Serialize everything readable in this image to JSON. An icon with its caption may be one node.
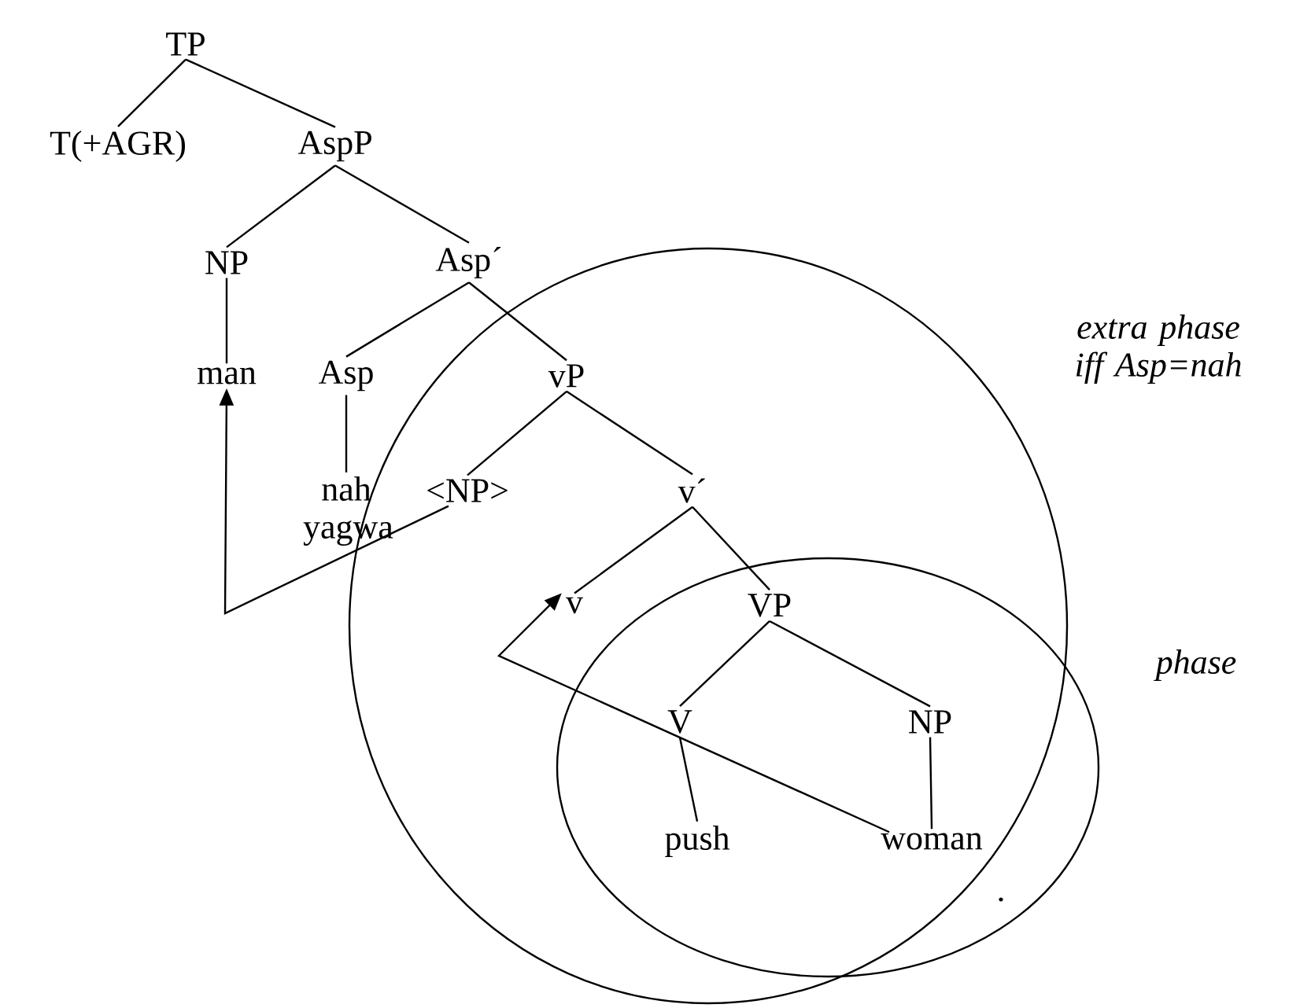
{
  "diagram": {
    "nodes": [
      {
        "text": [
          "TP"
        ]
      },
      {
        "text": [
          "T(+AGR)"
        ]
      },
      {
        "text": [
          "AspP"
        ]
      },
      {
        "text": [
          "NP"
        ]
      },
      {
        "text": [
          "Asp´"
        ]
      },
      {
        "text": [
          "man"
        ]
      },
      {
        "text": [
          "Asp"
        ]
      },
      {
        "text": [
          "vP"
        ]
      },
      {
        "text": [
          "nah yagwa"
        ]
      },
      {
        "text": [
          "<NP>"
        ]
      },
      {
        "text": [
          "v´"
        ]
      },
      {
        "text": [
          "v"
        ]
      },
      {
        "text": [
          "VP"
        ]
      },
      {
        "text": [
          "V"
        ]
      },
      {
        "text": [
          "NP"
        ]
      },
      {
        "text": [
          "push"
        ]
      },
      {
        "text": [
          "woman"
        ]
      }
    ],
    "edges": [
      {
        "from": 0,
        "to": 1,
        "arrow": "none"
      },
      {
        "from": 0,
        "to": 2,
        "arrow": "none"
      },
      {
        "from": 2,
        "to": 3,
        "arrow": "none"
      },
      {
        "from": 2,
        "to": 4,
        "arrow": "none"
      },
      {
        "from": 3,
        "to": 5,
        "arrow": "none"
      },
      {
        "from": 4,
        "to": 6,
        "arrow": "none"
      },
      {
        "from": 4,
        "to": 7,
        "arrow": "none"
      },
      {
        "from": 6,
        "to": 8,
        "arrow": "none"
      },
      {
        "from": 7,
        "to": 9,
        "arrow": "none"
      },
      {
        "from": 7,
        "to": 10,
        "arrow": "none"
      },
      {
        "from": 10,
        "to": 11,
        "arrow": "none"
      },
      {
        "from": 10,
        "to": 12,
        "arrow": "none"
      },
      {
        "from": 12,
        "to": 13,
        "arrow": "none"
      },
      {
        "from": 12,
        "to": 14,
        "arrow": "none"
      },
      {
        "from": 13,
        "to": 15,
        "arrow": "none"
      },
      {
        "from": 14,
        "to": 16,
        "arrow": "none"
      },
      {
        "from": 9,
        "to": 5,
        "arrow": "to"
      },
      {
        "from": 16,
        "to": 11,
        "arrow": "to"
      }
    ],
    "labels": [
      "extra phase iff Asp=nah",
      "phase",
      "."
    ]
  }
}
